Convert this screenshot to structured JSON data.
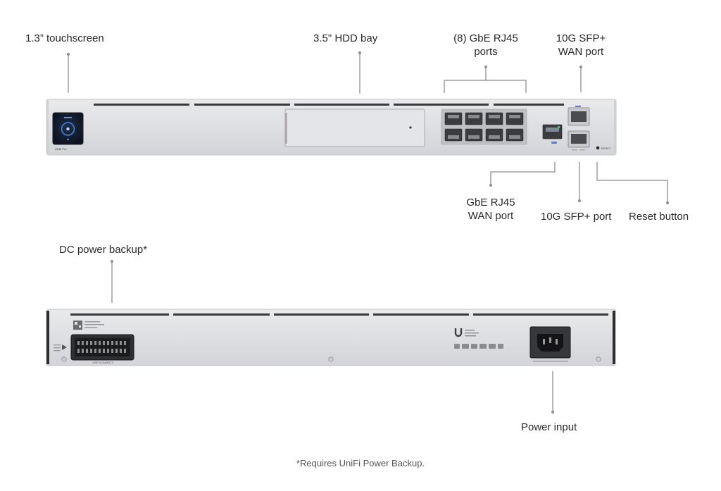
{
  "callouts": {
    "touchscreen": "1.3” touchscreen",
    "hdd_bay": "3.5\" HDD bay",
    "rj45_ports": [
      "(8) GbE RJ45",
      "ports"
    ],
    "sfp_wan": [
      "10G SFP+",
      "WAN port"
    ],
    "rj45_wan": [
      "GbE RJ45",
      "WAN port"
    ],
    "sfp_port": "10G SFP+ port",
    "reset": "Reset button",
    "dc_backup": "DC power backup*",
    "power_input": "Power input"
  },
  "device": {
    "front_model": "UDM Pro",
    "rear_dc_label": "USP CONNECT",
    "reset_mark": "RESET"
  },
  "footnote": "*Requires UniFi Power Backup.",
  "colors": {
    "chassis": "#dfe0e3",
    "chassis_edge": "#c9cace",
    "leader": "#8e8e8e",
    "text": "#2a2a2a",
    "screen": "#0f1826",
    "screen_ring": "#4d83d6"
  }
}
